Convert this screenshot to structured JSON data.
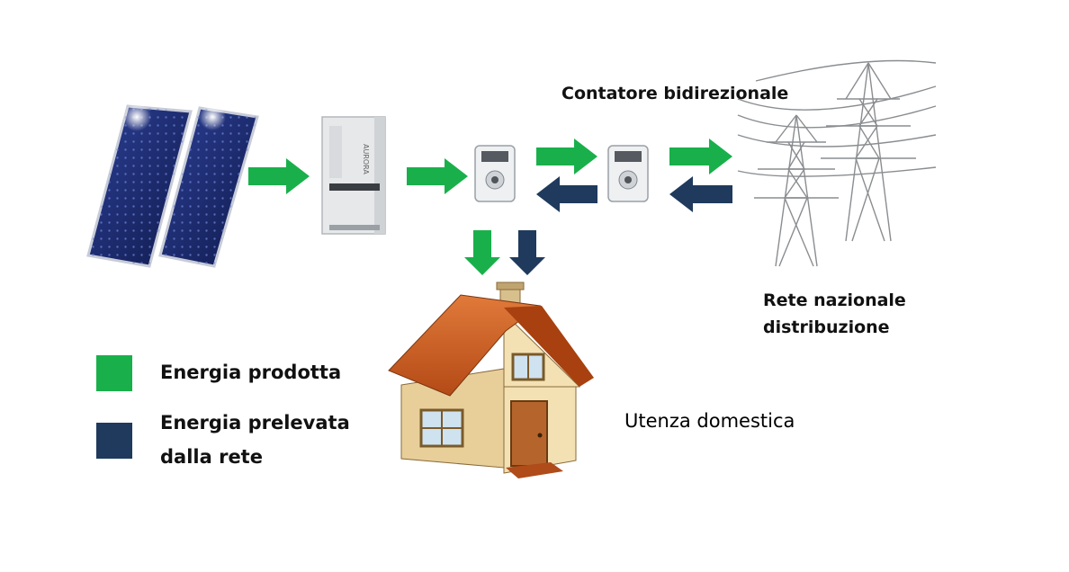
{
  "colors": {
    "produced": "#19b04b",
    "drawn": "#1f3a5c",
    "panel": "#1c2a6b",
    "roof": "#c9571e",
    "wall": "#f0dcaa"
  },
  "labels": {
    "meter": "Contatore bidirezionale",
    "grid_line1": "Rete nazionale",
    "grid_line2": "distribuzione",
    "house": "Utenza domestica"
  },
  "legend": {
    "produced": "Energia prodotta",
    "drawn_line1": "Energia prelevata",
    "drawn_line2": "dalla rete"
  },
  "inverter_brand": "AURORA",
  "icons": [
    "solar-panel-icon",
    "inverter-icon",
    "energy-meter-icon",
    "bidirectional-meter-icon",
    "power-pylon-icon",
    "house-icon"
  ]
}
